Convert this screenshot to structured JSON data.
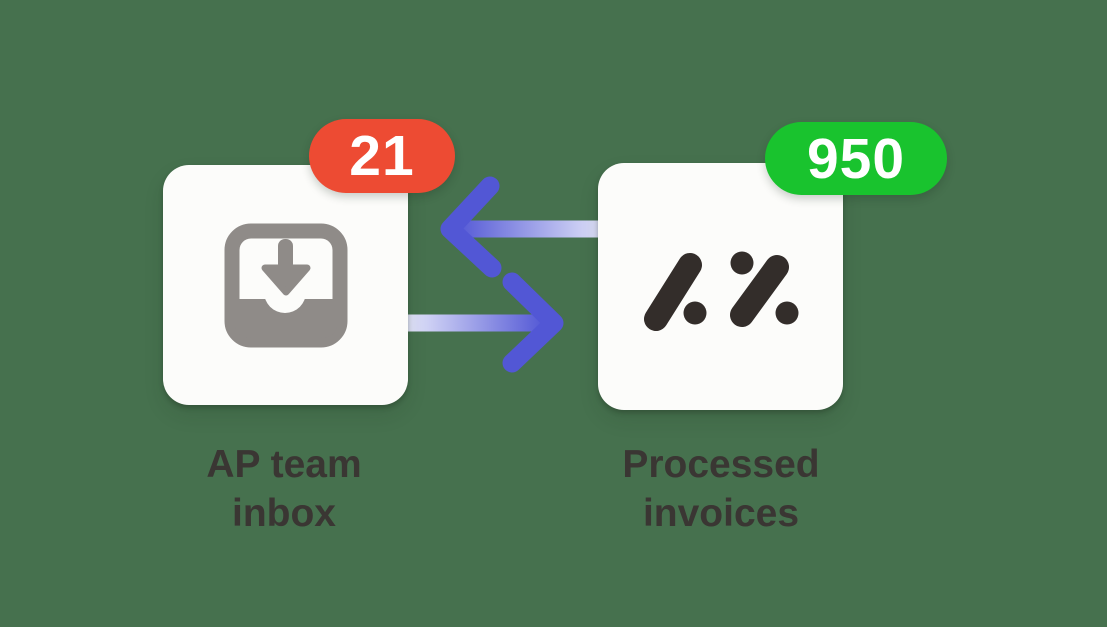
{
  "canvas": {
    "description": "Flow illustration between an AP team inbox and processed invoices",
    "background_color": "#46714E"
  },
  "nodes": {
    "left": {
      "label": "AP team\ninbox",
      "badge_count": "21",
      "badge_color": "#ED4B33",
      "icon": "inbox-download-icon"
    },
    "right": {
      "label": "Processed\ninvoices",
      "badge_count": "950",
      "badge_color": "#19C32E",
      "icon": "slash-dot-percent-logo"
    }
  },
  "arrows": {
    "top": {
      "direction": "right-to-left"
    },
    "bottom": {
      "direction": "left-to-right"
    }
  },
  "colors": {
    "bg": "#46714E",
    "card": "#FCFCFA",
    "badge-red": "#ED4B33",
    "badge-green": "#19C32E",
    "text": "#3A3633",
    "icon-gray": "#8F8B88",
    "logo-dark": "#332D2A",
    "arrow-dark": "#5257D5",
    "arrow-light": "#E9EBFB"
  }
}
